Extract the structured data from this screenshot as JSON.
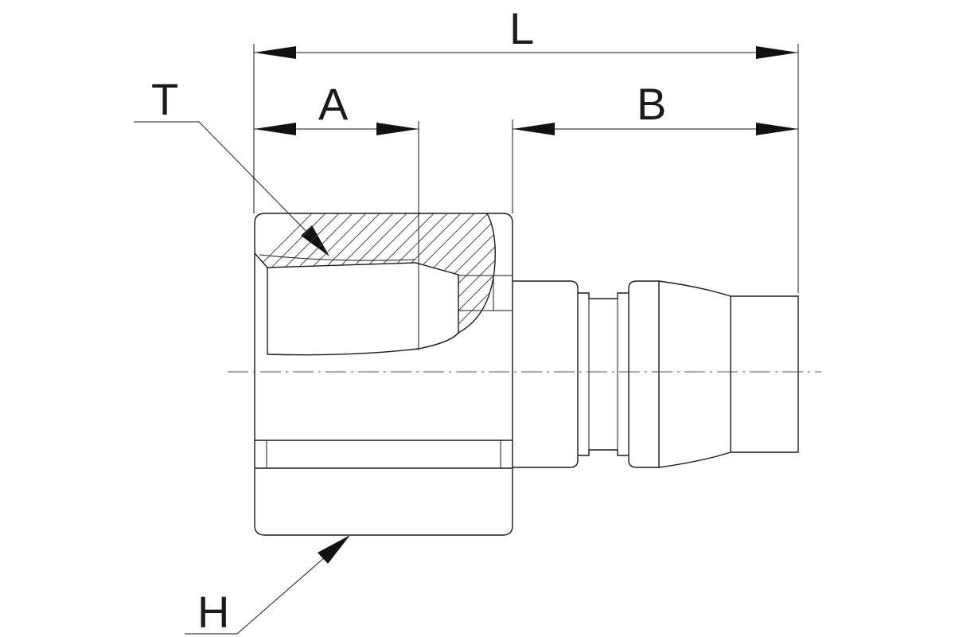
{
  "labels": {
    "L": "L",
    "A": "A",
    "B": "B",
    "T": "T",
    "H": "H"
  },
  "colors": {
    "line": "#1a1a1a",
    "background": "#ffffff"
  }
}
